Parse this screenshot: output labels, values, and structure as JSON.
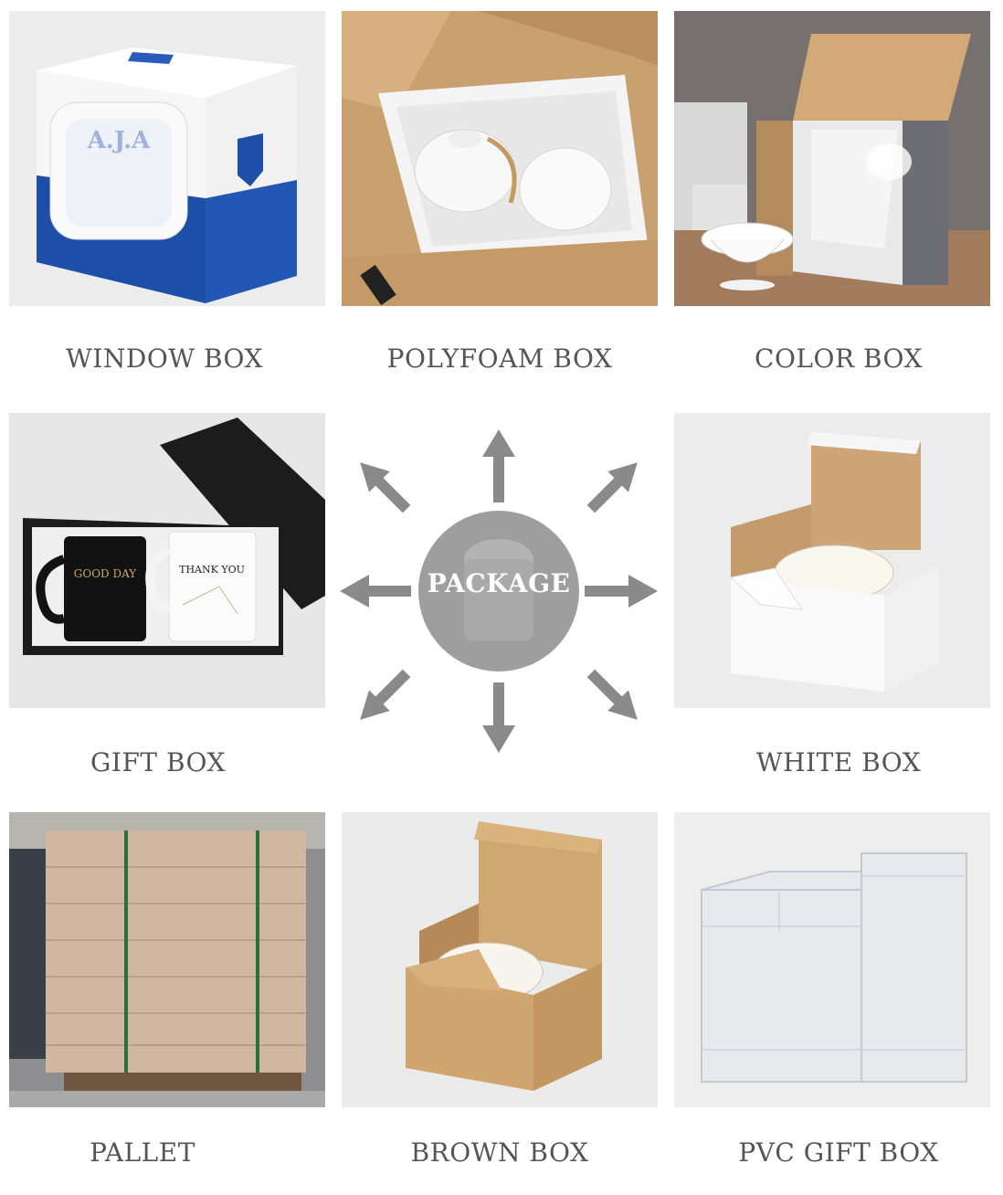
{
  "tiles": {
    "window_box": {
      "label": "WINDOW BOX"
    },
    "polyfoam_box": {
      "label": "POLYFOAM BOX"
    },
    "color_box": {
      "label": "COLOR BOX"
    },
    "gift_box": {
      "label": "GIFT BOX"
    },
    "white_box": {
      "label": "WHITE BOX"
    },
    "pallet": {
      "label": "PALLET"
    },
    "brown_box": {
      "label": "BROWN BOX"
    },
    "pvc_gift_box": {
      "label": "PVC GIFT BOX"
    }
  },
  "center": {
    "label": "PACKAGE",
    "circle_color": "#9e9e9e",
    "arrow_color": "#8a8a8a"
  },
  "photo_text": {
    "window_box_mug_print": "A.J.A",
    "gift_box_mug_left": "GOOD DAY",
    "gift_box_mug_right": "THANK YOU"
  },
  "colors": {
    "label_text": "#555555",
    "kraft": "#c9a171",
    "box_blue": "#1d4fa8",
    "gift_black": "#1c1c1c"
  }
}
